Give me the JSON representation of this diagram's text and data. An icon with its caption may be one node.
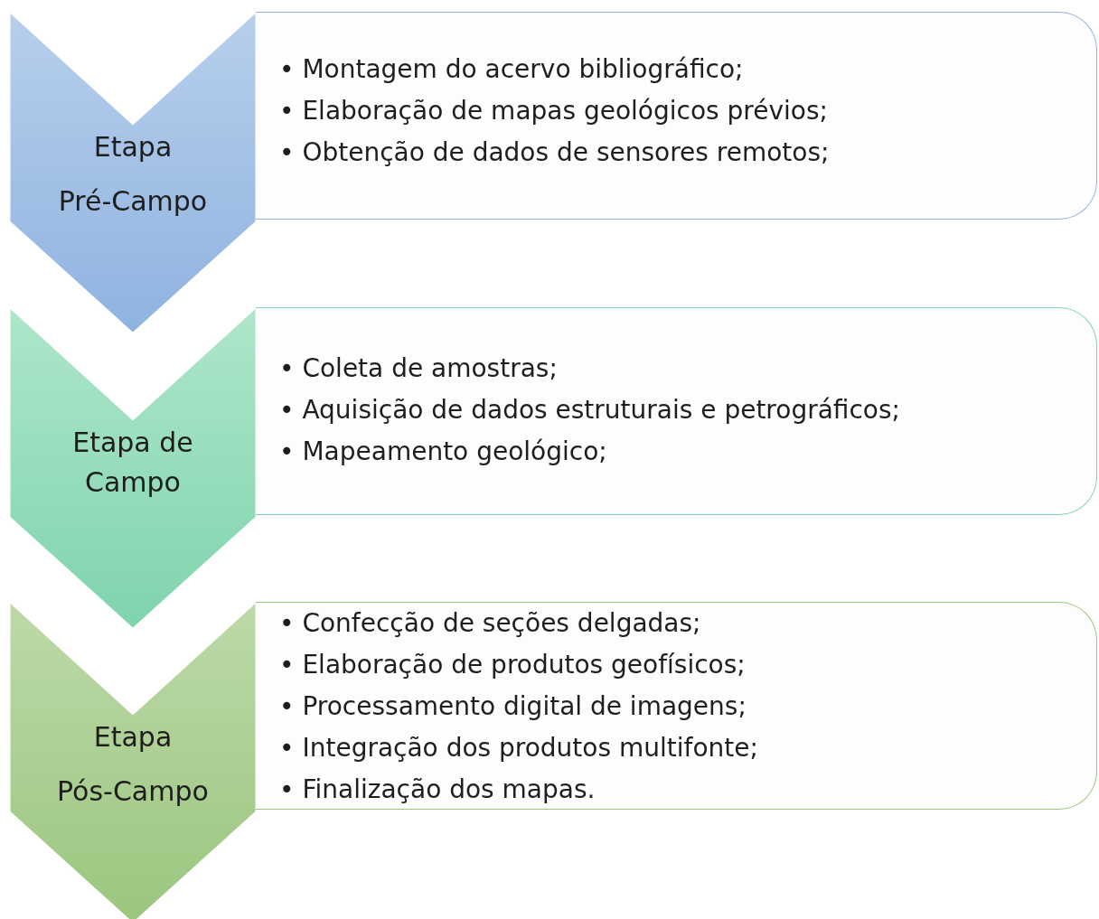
{
  "diagram": {
    "nodes": [
      {
        "text": [
          "Etapa Pré-Campo"
        ]
      },
      {
        "text": [
          "• Montagem do acervo bibliográfico;",
          "• Elaboração de mapas geológicos prévios;",
          "• Obtenção de dados de sensores remotos;"
        ]
      },
      {
        "text": [
          "Etapa de Campo"
        ]
      },
      {
        "text": [
          "• Coleta de amostras;",
          "• Aquisição de dados estruturais e petrográficos;",
          "• Mapeamento geológico;"
        ]
      },
      {
        "text": [
          "Etapa Pós-Campo"
        ]
      },
      {
        "text": [
          "• Confecção de seções delgadas;",
          "• Elaboração de produtos geofísicos;",
          "• Processamento digital de imagens;",
          "• Integração dos produtos multifonte;",
          "• Finalização dos mapas."
        ]
      }
    ]
  }
}
